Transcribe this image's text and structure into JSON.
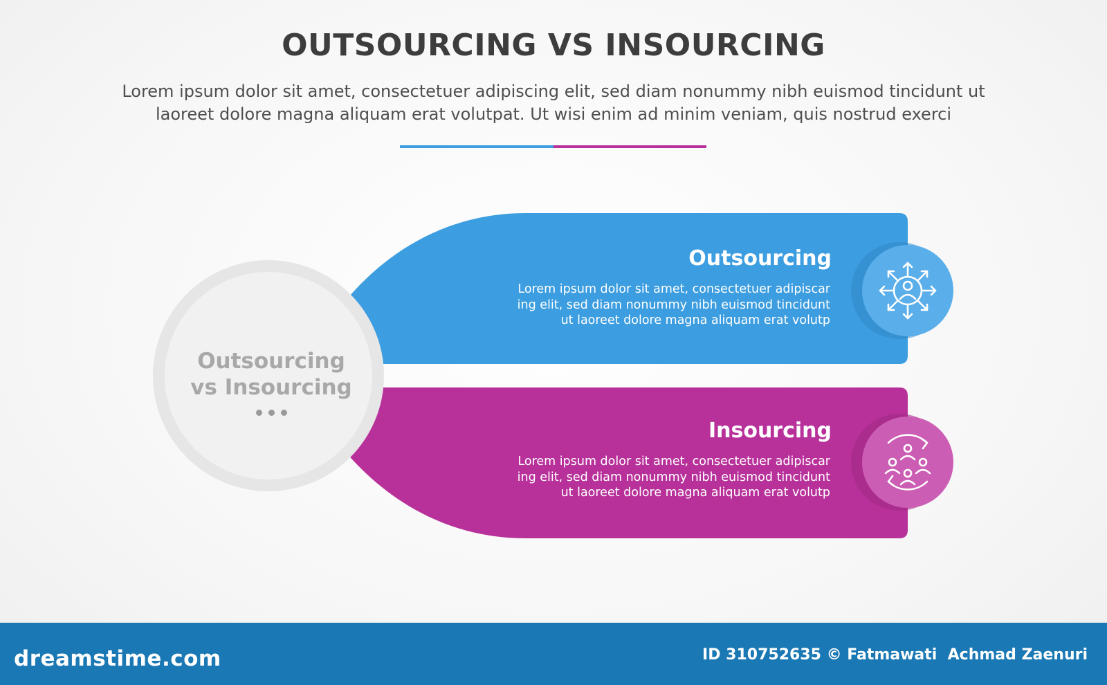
{
  "header": {
    "title": "OUTSOURCING VS INSOURCING",
    "subtitle_line1": "Lorem ipsum dolor sit amet, consectetuer adipiscing elit, sed diam nonummy nibh euismod tincidunt ut",
    "subtitle_line2": "laoreet dolore magna aliquam erat volutpat. Ut wisi enim ad minim veniam, quis nostrud exerci"
  },
  "center": {
    "line1": "Outsourcing",
    "line2": "vs Insourcing"
  },
  "panels": [
    {
      "title": "Outsourcing",
      "text_line1": "Lorem ipsum dolor sit amet, consectetuer adipiscar",
      "text_line2": "ing elit, sed diam nonummy nibh euismod tincidunt",
      "text_line3": "ut laoreet dolore magna aliquam erat volutp",
      "color": "#3c9de0",
      "icon": "network-people-icon"
    },
    {
      "title": "Insourcing",
      "text_line1": "Lorem ipsum dolor sit amet, consectetuer adipiscar",
      "text_line2": "ing elit, sed diam nonummy nibh euismod tincidunt",
      "text_line3": "ut laoreet dolore magna aliquam erat volutp",
      "color": "#b8319a",
      "icon": "team-cycle-icon"
    }
  ],
  "footer": {
    "brand": "dreamstime.com",
    "credit": "ID 310752635 © Fatmawati  Achmad Zaenuri"
  },
  "colors": {
    "accent_blue": "#3c9de0",
    "accent_purple": "#b8319a",
    "footer_bar": "#1a78b4"
  }
}
